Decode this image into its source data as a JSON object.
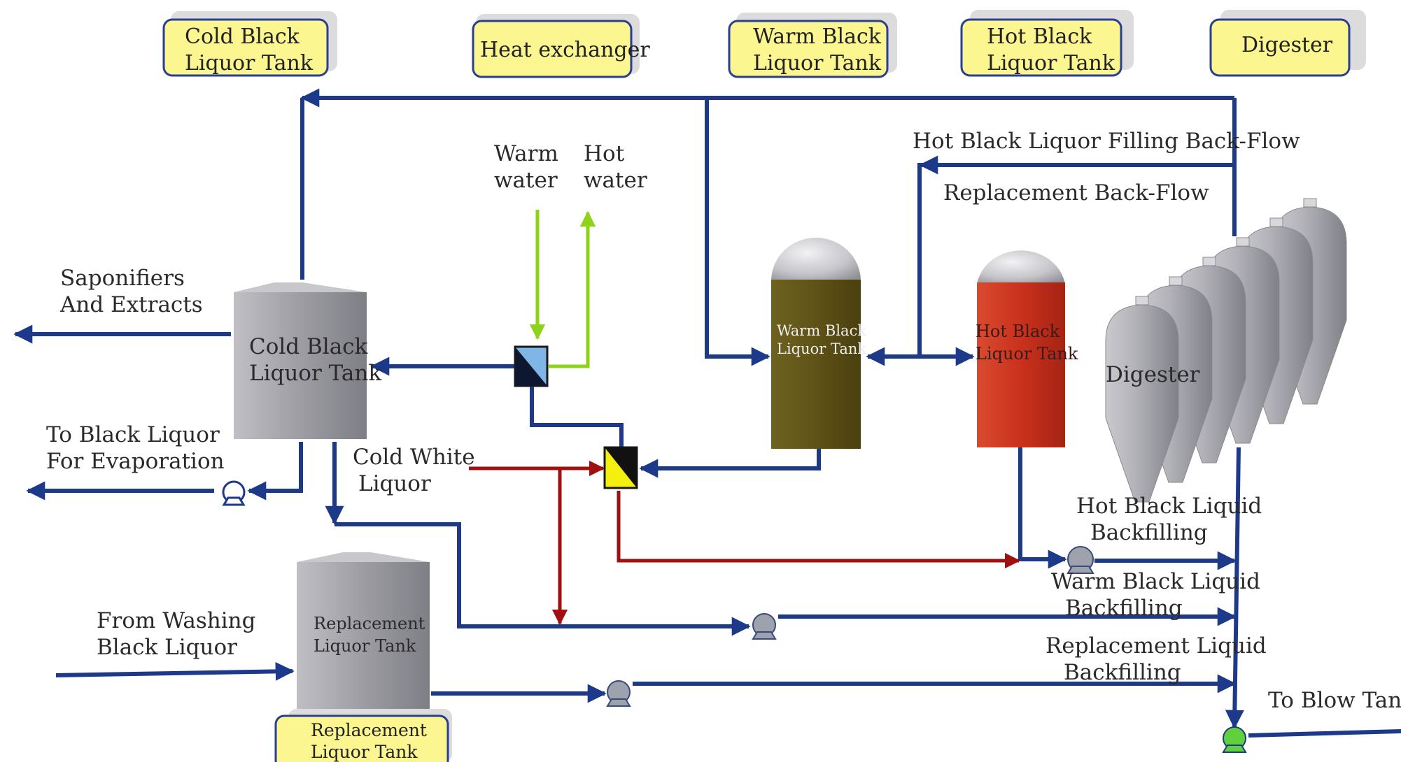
{
  "legend": {
    "cold_tank": [
      "Cold Black",
      "Liquor Tank"
    ],
    "heat_exchanger": "Heat exchanger",
    "warm_tank": [
      "Warm Black",
      "Liquor Tank"
    ],
    "hot_tank": [
      "Hot Black",
      "Liquor Tank"
    ],
    "digester": "Digester",
    "replacement_tank": [
      "Replacement",
      "Liquor Tank"
    ]
  },
  "equipment": {
    "cold_tank": [
      "Cold Black",
      "Liquor Tank"
    ],
    "warm_tank": [
      "Warm Black",
      "Liquor Tank"
    ],
    "hot_tank": [
      "Hot Black",
      "Liquor Tank"
    ],
    "replacement_tank": [
      "Replacement",
      "Liquor Tank"
    ],
    "digester": "Digester"
  },
  "streams": {
    "warm_water": [
      "Warm",
      "water"
    ],
    "hot_water": [
      "Hot",
      "water"
    ],
    "hot_backflow": "Hot Black Liquor Filling Back-Flow",
    "replacement_backflow": "Replacement Back-Flow",
    "saponifiers": [
      "Saponifiers",
      "And Extracts"
    ],
    "to_evaporation": [
      "To Black Liquor",
      "For Evaporation"
    ],
    "cold_white": [
      "Cold White",
      "Liquor"
    ],
    "from_washing": [
      "From Washing",
      "Black Liquor"
    ],
    "hot_backfilling": [
      "Hot Black Liquid",
      "Backfilling"
    ],
    "warm_backfilling": [
      "Warm Black Liquid",
      "Backfilling"
    ],
    "replacement_backfilling": [
      "Replacement Liquid",
      "Backfilling"
    ],
    "to_blow_tank": "To Blow Tank"
  },
  "colors": {
    "pipe": "#1d3a8a",
    "white_liquor": "#a01010",
    "water": "#8fd21a",
    "legend_box": "#fbf68f",
    "warm_tank": "#5f5216",
    "hot_tank": "#c9311c",
    "tank_gray": "#9c9ca2"
  }
}
